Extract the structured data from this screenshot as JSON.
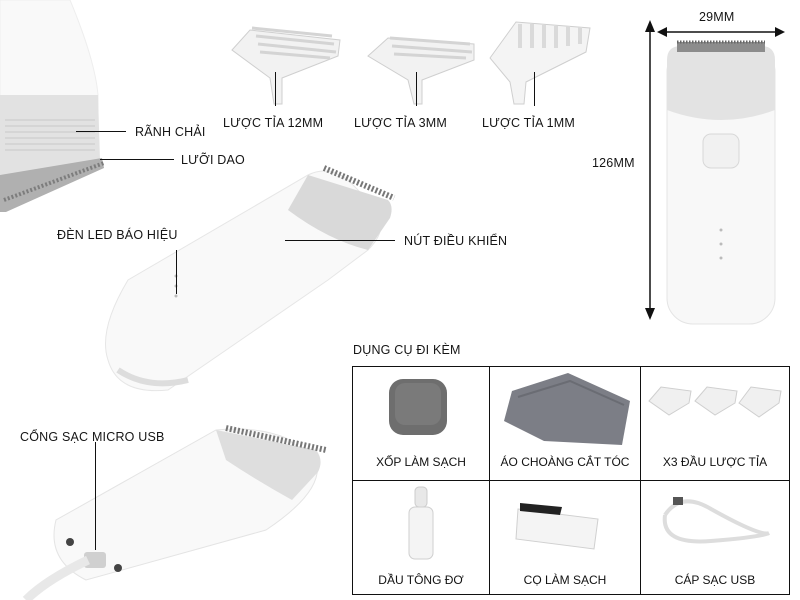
{
  "labels": {
    "ranh_chai": "RÃNH CHẢI",
    "luoi_dao": "LƯỠI DAO",
    "den_led": "ĐÈN LED BÁO HIỆU",
    "nut_dieu_khien": "NÚT ĐIỀU KHIỂN",
    "cong_sac": "CỔNG SẠC MICRO USB"
  },
  "combs": [
    {
      "label": "LƯỢC TỈA 12MM"
    },
    {
      "label": "LƯỢC TỈA 3MM"
    },
    {
      "label": "LƯỢC TỈA 1MM"
    }
  ],
  "dimensions": {
    "width": "29MM",
    "height": "126MM"
  },
  "accessories": {
    "title": "DỤNG CỤ ĐI KÈM",
    "items": [
      {
        "label": "XỐP LÀM SẠCH"
      },
      {
        "label": "ÁO CHOÀNG CẮT TÓC"
      },
      {
        "label": "X3 ĐẦU LƯỢC TỈA"
      },
      {
        "label": "DẦU TÔNG ĐƠ"
      },
      {
        "label": "CỌ LÀM SẠCH"
      },
      {
        "label": "CÁP SẠC USB"
      }
    ]
  },
  "colors": {
    "body": "#f7f7f7",
    "grey": "#dcdcdc",
    "blade": "#9a9a9a",
    "sponge": "#6e6e6e",
    "cape": "#7c7e86"
  }
}
